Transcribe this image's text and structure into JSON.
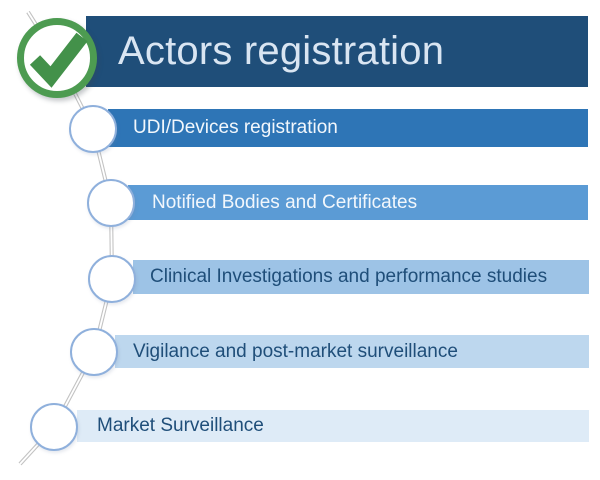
{
  "diagram": {
    "title": {
      "label": "Actors registration",
      "bar_color": "#1F4E79",
      "text_color": "#D9E5F2",
      "status": "completed"
    },
    "steps": [
      {
        "label": "UDI/Devices registration",
        "bar_color": "#2E75B6",
        "text_color": "#F2F7FC"
      },
      {
        "label": "Notified Bodies and Certificates",
        "bar_color": "#5B9BD5",
        "text_color": "#F2F7FC"
      },
      {
        "label": "Clinical Investigations and performance studies",
        "bar_color": "#9DC3E6",
        "text_color": "#1F4E79"
      },
      {
        "label": "Vigilance and post-market surveillance",
        "bar_color": "#BDD7EE",
        "text_color": "#1F4E79"
      },
      {
        "label": "Market Surveillance",
        "bar_color": "#DEEBF7",
        "text_color": "#1F4E79"
      }
    ],
    "checkmark": {
      "icon": "green-checkmark",
      "ring_color": "#4D9B51",
      "check_color": "#43914A"
    },
    "connector_color": "#C3C3C3",
    "node_border_color": "#8FB0DC"
  }
}
